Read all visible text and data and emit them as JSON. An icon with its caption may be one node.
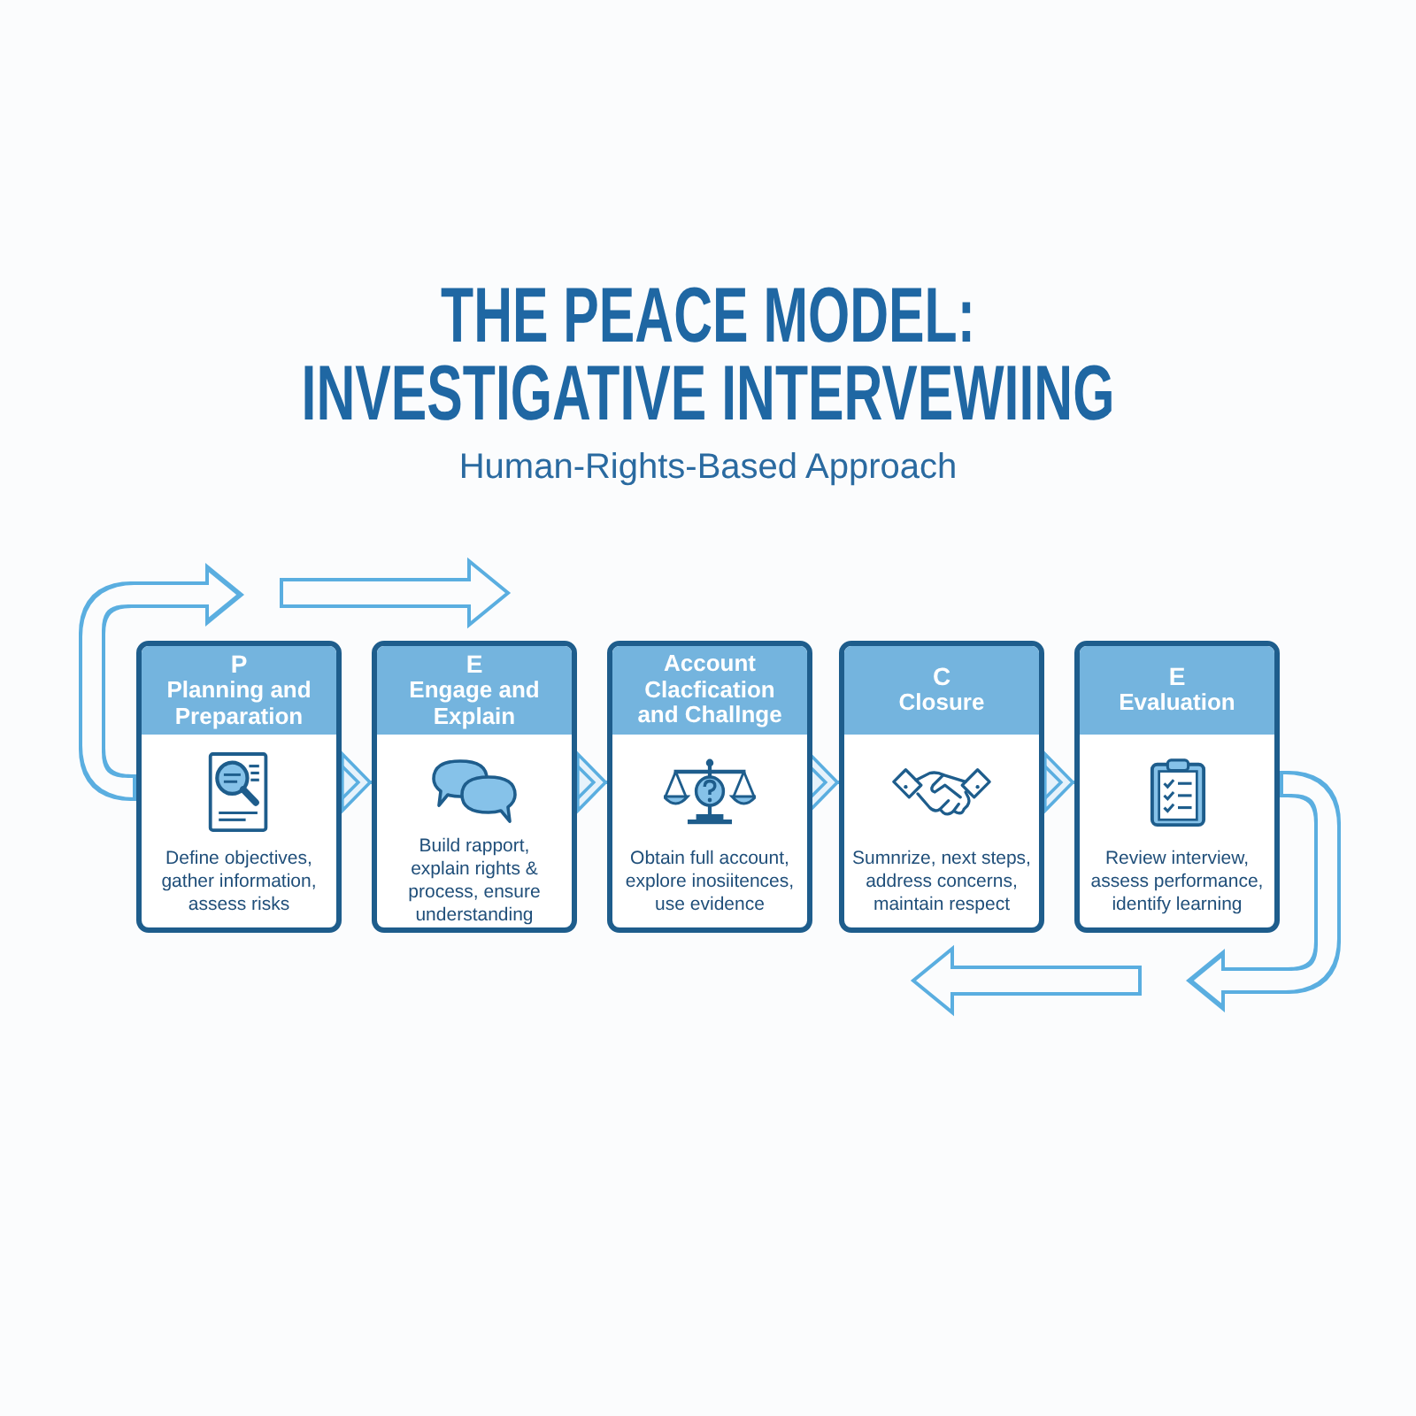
{
  "diagram": {
    "title": "THE PEACE MODEL: INVESTIGATIVE INTERVEWIING",
    "nodes": [
      {
        "text": [
          "P",
          "Planning and Preparation",
          "Define objectives, gather information, assess risks"
        ]
      },
      {
        "text": [
          "E",
          "Engage and Explain",
          "Build rapport, explain rights & process, ensure understanding"
        ]
      },
      {
        "text": [
          "Account Clacfication and Challnge",
          "Obtain full account, explore inosiitences, use evidence"
        ]
      },
      {
        "text": [
          "C",
          "Closure",
          "Sumnrize, next steps, address concerns, maintain respect"
        ]
      },
      {
        "text": [
          "E",
          "Evaluation",
          "Review interview, assess performance, identify learning"
        ]
      }
    ],
    "edges": [
      {
        "from": 0,
        "to": 1,
        "arrow": "to"
      },
      {
        "from": 1,
        "to": 2,
        "arrow": "to"
      },
      {
        "from": 2,
        "to": 3,
        "arrow": "to"
      },
      {
        "from": 3,
        "to": 4,
        "arrow": "to"
      }
    ],
    "labels": [
      "Human-Rights-Based Approach"
    ]
  }
}
